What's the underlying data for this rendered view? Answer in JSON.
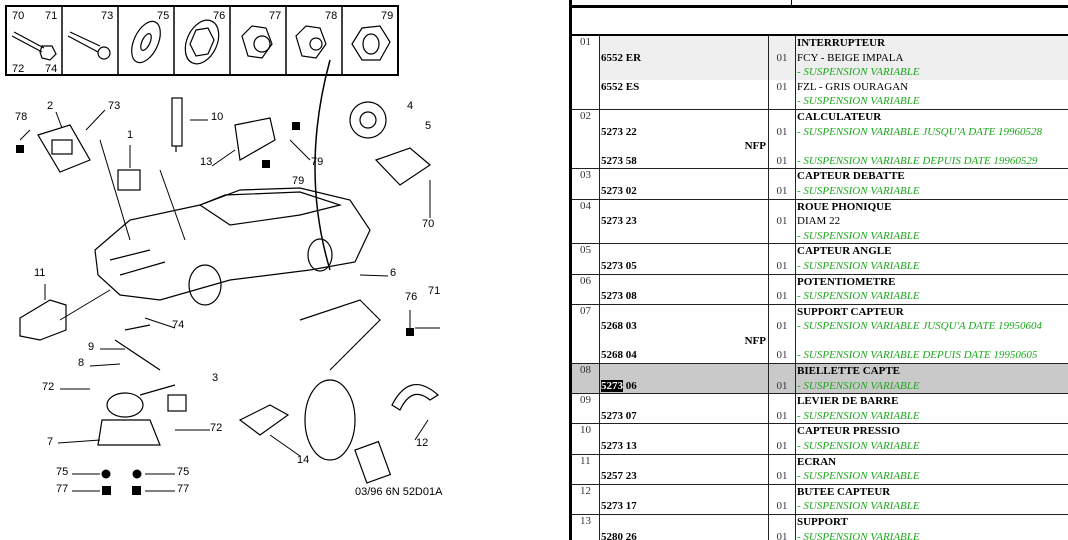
{
  "diagram": {
    "hardware_labels": [
      "70",
      "71",
      "72",
      "74",
      "73",
      "75",
      "76",
      "77",
      "78",
      "79"
    ],
    "callouts": [
      "78",
      "2",
      "73",
      "1",
      "10",
      "4",
      "5",
      "13",
      "79",
      "79",
      "70",
      "11",
      "6",
      "76",
      "71",
      "74",
      "9",
      "8",
      "3",
      "72",
      "72",
      "7",
      "12",
      "14",
      "75",
      "75",
      "77",
      "77"
    ],
    "caption": "03/96 6N 52D01A"
  },
  "colors": {
    "green_note": "#1aa81a",
    "selected_row": "#c9c9c9",
    "shaded_line": "#efefef"
  },
  "table": {
    "rows": [
      {
        "num": "01",
        "lines": [
          {
            "ref": "",
            "qty": "",
            "text": "INTERRUPTEUR",
            "style": "title",
            "shade": true
          },
          {
            "ref": "6552 ER",
            "qty": "01",
            "text": "FCY - BEIGE IMPALA",
            "style": "plain",
            "shade": true
          },
          {
            "ref": "",
            "qty": "",
            "text": "- SUSPENSION VARIABLE",
            "style": "green",
            "shade": true
          },
          {
            "ref": "6552 ES",
            "qty": "01",
            "text": "FZL - GRIS OURAGAN",
            "style": "plain"
          },
          {
            "ref": "",
            "qty": "",
            "text": "- SUSPENSION VARIABLE",
            "style": "green"
          }
        ]
      },
      {
        "num": "02",
        "lines": [
          {
            "ref": "",
            "qty": "",
            "text": "CALCULATEUR",
            "style": "title"
          },
          {
            "ref": "5273 22",
            "qty": "01",
            "text": "- SUSPENSION VARIABLE JUSQU'A DATE 19960528",
            "style": "green"
          },
          {
            "ref": "",
            "nfp": "NFP",
            "qty": "",
            "text": "",
            "style": "plain"
          },
          {
            "ref": "5273 58",
            "qty": "01",
            "text": "- SUSPENSION VARIABLE DEPUIS DATE 19960529",
            "style": "green"
          }
        ]
      },
      {
        "num": "03",
        "lines": [
          {
            "ref": "",
            "qty": "",
            "text": "CAPTEUR DEBATTE",
            "style": "title"
          },
          {
            "ref": "5273 02",
            "qty": "01",
            "text": "- SUSPENSION VARIABLE",
            "style": "green"
          }
        ]
      },
      {
        "num": "04",
        "lines": [
          {
            "ref": "",
            "qty": "",
            "text": "ROUE PHONIQUE",
            "style": "title"
          },
          {
            "ref": "5273 23",
            "qty": "01",
            "text": "DIAM 22",
            "style": "plain"
          },
          {
            "ref": "",
            "qty": "",
            "text": "- SUSPENSION VARIABLE",
            "style": "green"
          }
        ]
      },
      {
        "num": "05",
        "lines": [
          {
            "ref": "",
            "qty": "",
            "text": "CAPTEUR ANGLE",
            "style": "title"
          },
          {
            "ref": "5273 05",
            "qty": "01",
            "text": "- SUSPENSION VARIABLE",
            "style": "green"
          }
        ]
      },
      {
        "num": "06",
        "lines": [
          {
            "ref": "",
            "qty": "",
            "text": "POTENTIOMETRE",
            "style": "title"
          },
          {
            "ref": "5273 08",
            "qty": "01",
            "text": "- SUSPENSION VARIABLE",
            "style": "green"
          }
        ]
      },
      {
        "num": "07",
        "lines": [
          {
            "ref": "",
            "qty": "",
            "text": "SUPPORT CAPTEUR",
            "style": "title"
          },
          {
            "ref": "5268 03",
            "qty": "01",
            "text": "- SUSPENSION VARIABLE JUSQU'A DATE 19950604",
            "style": "green"
          },
          {
            "ref": "",
            "nfp": "NFP",
            "qty": "",
            "text": "",
            "style": "plain"
          },
          {
            "ref": "5268 04",
            "qty": "01",
            "text": "- SUSPENSION VARIABLE DEPUIS DATE 19950605",
            "style": "green"
          }
        ]
      },
      {
        "num": "08",
        "selected": true,
        "lines": [
          {
            "ref": "",
            "qty": "",
            "text": "BIELLETTE CAPTE",
            "style": "title"
          },
          {
            "ref": "5273 06",
            "ref_highlight": "5273",
            "ref_rest": " 06",
            "qty": "01",
            "text": "- SUSPENSION VARIABLE",
            "style": "green"
          }
        ]
      },
      {
        "num": "09",
        "lines": [
          {
            "ref": "",
            "qty": "",
            "text": "LEVIER DE BARRE",
            "style": "title"
          },
          {
            "ref": "5273 07",
            "qty": "01",
            "text": "- SUSPENSION VARIABLE",
            "style": "green"
          }
        ]
      },
      {
        "num": "10",
        "lines": [
          {
            "ref": "",
            "qty": "",
            "text": "CAPTEUR PRESSIO",
            "style": "title"
          },
          {
            "ref": "5273 13",
            "qty": "01",
            "text": "- SUSPENSION VARIABLE",
            "style": "green"
          }
        ]
      },
      {
        "num": "11",
        "lines": [
          {
            "ref": "",
            "qty": "",
            "text": "ECRAN",
            "style": "title"
          },
          {
            "ref": "5257 23",
            "qty": "01",
            "text": "- SUSPENSION VARIABLE",
            "style": "green"
          }
        ]
      },
      {
        "num": "12",
        "lines": [
          {
            "ref": "",
            "qty": "",
            "text": "BUTEE CAPTEUR",
            "style": "title"
          },
          {
            "ref": "5273 17",
            "qty": "01",
            "text": "- SUSPENSION VARIABLE",
            "style": "green"
          }
        ]
      },
      {
        "num": "13",
        "lines": [
          {
            "ref": "",
            "qty": "",
            "text": "SUPPORT",
            "style": "title"
          },
          {
            "ref": "5280 26",
            "qty": "01",
            "text": "- SUSPENSION VARIABLE",
            "style": "green"
          }
        ]
      }
    ]
  }
}
